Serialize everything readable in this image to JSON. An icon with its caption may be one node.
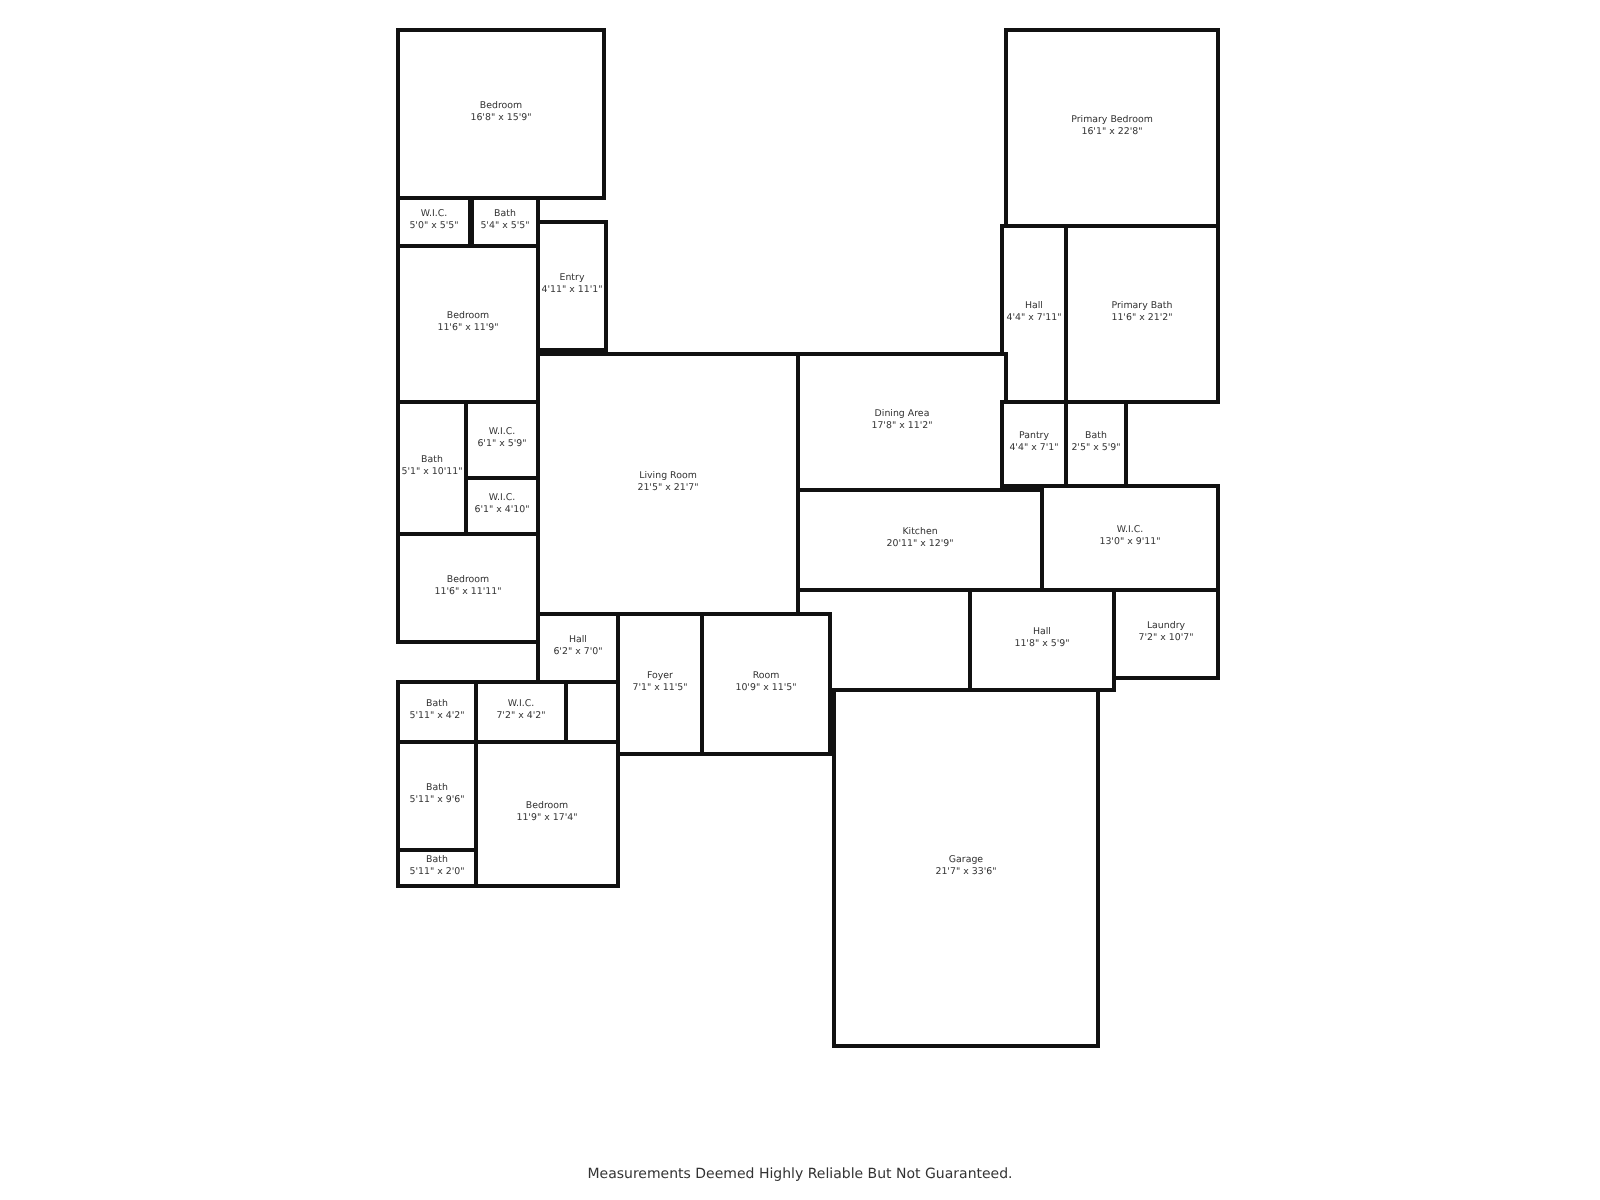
{
  "diagram": {
    "caption": "Measurements Deemed Highly Reliable But Not Guaranteed.",
    "nodes": [
      {
        "text": [
          "Bedroom",
          "16'8\" x 15'9\""
        ]
      },
      {
        "text": [
          "Primary Bedroom",
          "16'1\" x 22'8\""
        ]
      },
      {
        "text": [
          "W.I.C.",
          "5'0\" x 5'5\""
        ]
      },
      {
        "text": [
          "Bath",
          "5'4\" x 5'5\""
        ]
      },
      {
        "text": [
          "Primary Bath",
          "11'6\" x 21'2\""
        ]
      },
      {
        "text": [
          "Entry",
          "4'11\" x 11'1\""
        ]
      },
      {
        "text": [
          "Hall",
          "4'4\" x 7'11\""
        ]
      },
      {
        "text": [
          "Bedroom",
          "11'6\" x 11'9\""
        ]
      },
      {
        "text": [
          "Living Room",
          "21'5\" x 21'7\""
        ]
      },
      {
        "text": [
          "Dining Area",
          "17'8\" x 11'2\""
        ]
      },
      {
        "text": [
          "Pantry",
          "4'4\" x 7'1\""
        ]
      },
      {
        "text": [
          "Bath",
          "2'5\" x 5'9\""
        ]
      },
      {
        "text": [
          "Bath",
          "5'1\" x 10'11\""
        ]
      },
      {
        "text": [
          "W.I.C.",
          "6'1\" x 5'9\""
        ]
      },
      {
        "text": [
          "W.I.C.",
          "6'1\" x 4'10\""
        ]
      },
      {
        "text": [
          "W.I.C.",
          "13'0\" x 9'11\""
        ]
      },
      {
        "text": [
          "Kitchen",
          "20'11\" x 12'9\""
        ]
      },
      {
        "text": [
          "Bedroom",
          "11'6\" x 11'11\""
        ]
      },
      {
        "text": [
          "Laundry",
          "7'2\" x 10'7\""
        ]
      },
      {
        "text": [
          "Hall",
          "11'8\" x 5'9\""
        ]
      },
      {
        "text": [
          "Hall",
          "6'2\" x 7'0\""
        ]
      },
      {
        "text": [
          "Foyer",
          "7'1\" x 11'5\""
        ]
      },
      {
        "text": [
          "Room",
          "10'9\" x 11'5\""
        ]
      },
      {
        "text": [
          "Bath",
          "5'11\" x 4'2\""
        ]
      },
      {
        "text": [
          "W.I.C.",
          "7'2\" x 4'2\""
        ]
      },
      {
        "text": [
          "Bedroom",
          "11'9\" x 17'4\""
        ]
      },
      {
        "text": [
          "Bath",
          "5'11\" x 9'6\""
        ]
      },
      {
        "text": [
          "Garage",
          "21'7\" x 33'6\""
        ]
      },
      {
        "text": [
          "Bath",
          "5'11\" x 2'0\""
        ]
      }
    ],
    "edges": []
  }
}
